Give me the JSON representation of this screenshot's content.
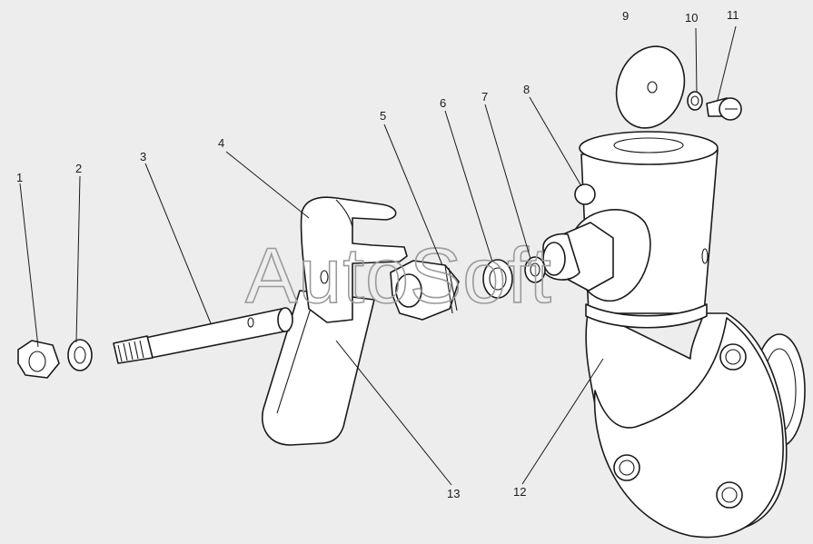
{
  "watermark": "AutoSoft",
  "callouts": [
    {
      "id": "1"
    },
    {
      "id": "2"
    },
    {
      "id": "3"
    },
    {
      "id": "4"
    },
    {
      "id": "5"
    },
    {
      "id": "6"
    },
    {
      "id": "7"
    },
    {
      "id": "8"
    },
    {
      "id": "9"
    },
    {
      "id": "10"
    },
    {
      "id": "11"
    },
    {
      "id": "12"
    },
    {
      "id": "13"
    }
  ]
}
